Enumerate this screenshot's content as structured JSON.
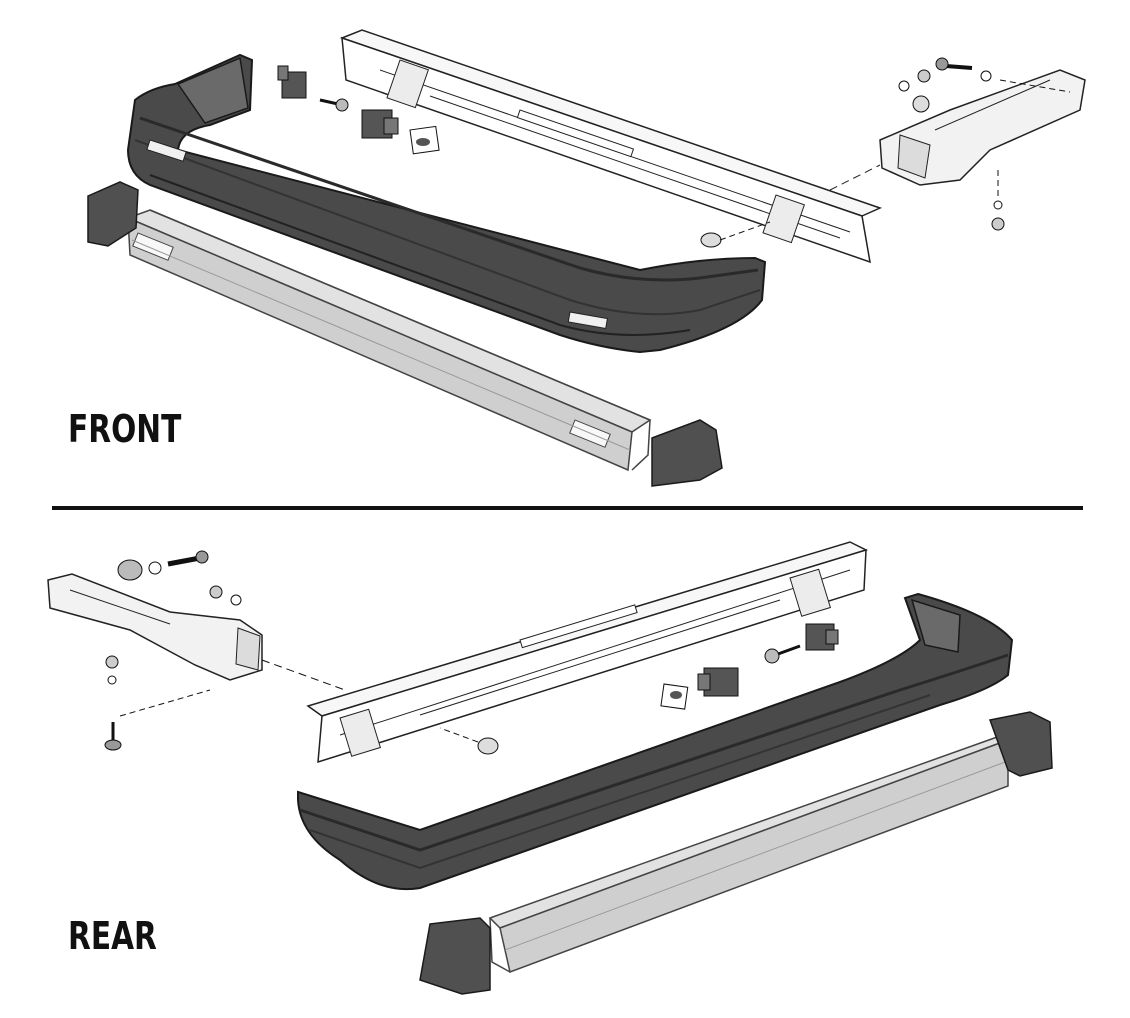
{
  "sections": {
    "front_label": "FRONT",
    "rear_label": "REAR"
  },
  "colors": {
    "bumper_cover": "#4a4a4a",
    "bumper_shadow": "#2a2a2a",
    "trim_strip": "#d4d4d4",
    "end_cap": "#505050",
    "line_art": "#222222",
    "divider": "#111111"
  },
  "parts": [
    "bumper-cover",
    "impact-strip",
    "end-cap",
    "reinforcement-bar",
    "mounting-bracket",
    "retainer-clip",
    "bolt",
    "washer",
    "nut",
    "rivet",
    "gasket"
  ]
}
